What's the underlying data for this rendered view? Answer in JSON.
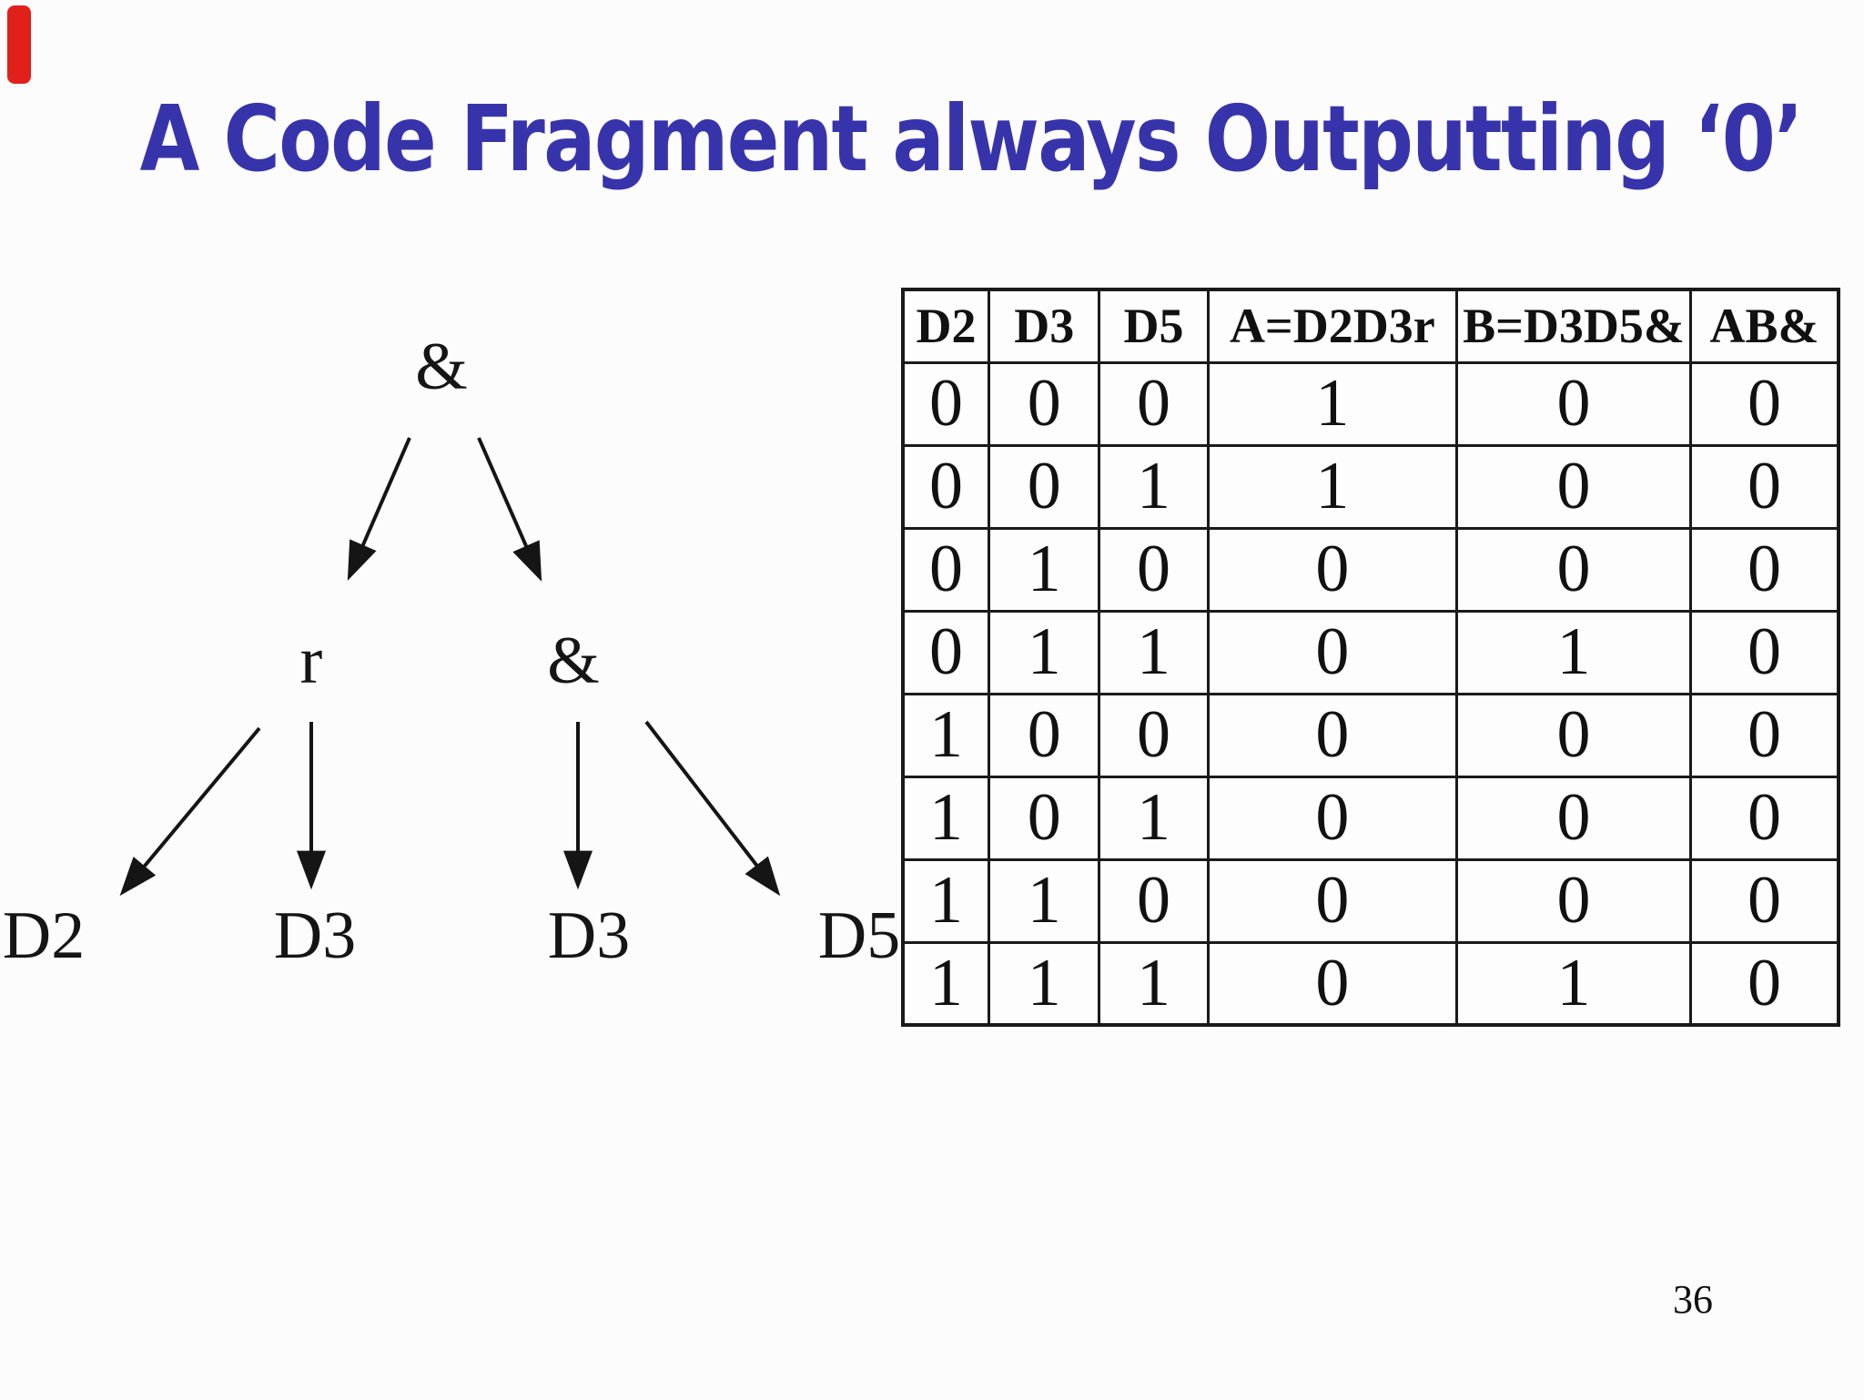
{
  "slide": {
    "title": "A Code Fragment always Outputting ‘0’",
    "page_number": "36"
  },
  "colors": {
    "title_blue": "#3734ab",
    "corner_red": "#e0201a",
    "ink_black": "#1a1a1a"
  },
  "tree": {
    "root": "&",
    "children": [
      {
        "label": "r",
        "leaves": [
          "D2",
          "D3"
        ]
      },
      {
        "label": "&",
        "leaves": [
          "D3",
          "D5"
        ]
      }
    ]
  },
  "table": {
    "headers": [
      "D2",
      "D3",
      "D5",
      "A=D2D3r",
      "B=D3D5&",
      "AB&"
    ],
    "rows": [
      [
        "0",
        "0",
        "0",
        "1",
        "0",
        "0"
      ],
      [
        "0",
        "0",
        "1",
        "1",
        "0",
        "0"
      ],
      [
        "0",
        "1",
        "0",
        "0",
        "0",
        "0"
      ],
      [
        "0",
        "1",
        "1",
        "0",
        "1",
        "0"
      ],
      [
        "1",
        "0",
        "0",
        "0",
        "0",
        "0"
      ],
      [
        "1",
        "0",
        "1",
        "0",
        "0",
        "0"
      ],
      [
        "1",
        "1",
        "0",
        "0",
        "0",
        "0"
      ],
      [
        "1",
        "1",
        "1",
        "0",
        "1",
        "0"
      ]
    ]
  }
}
